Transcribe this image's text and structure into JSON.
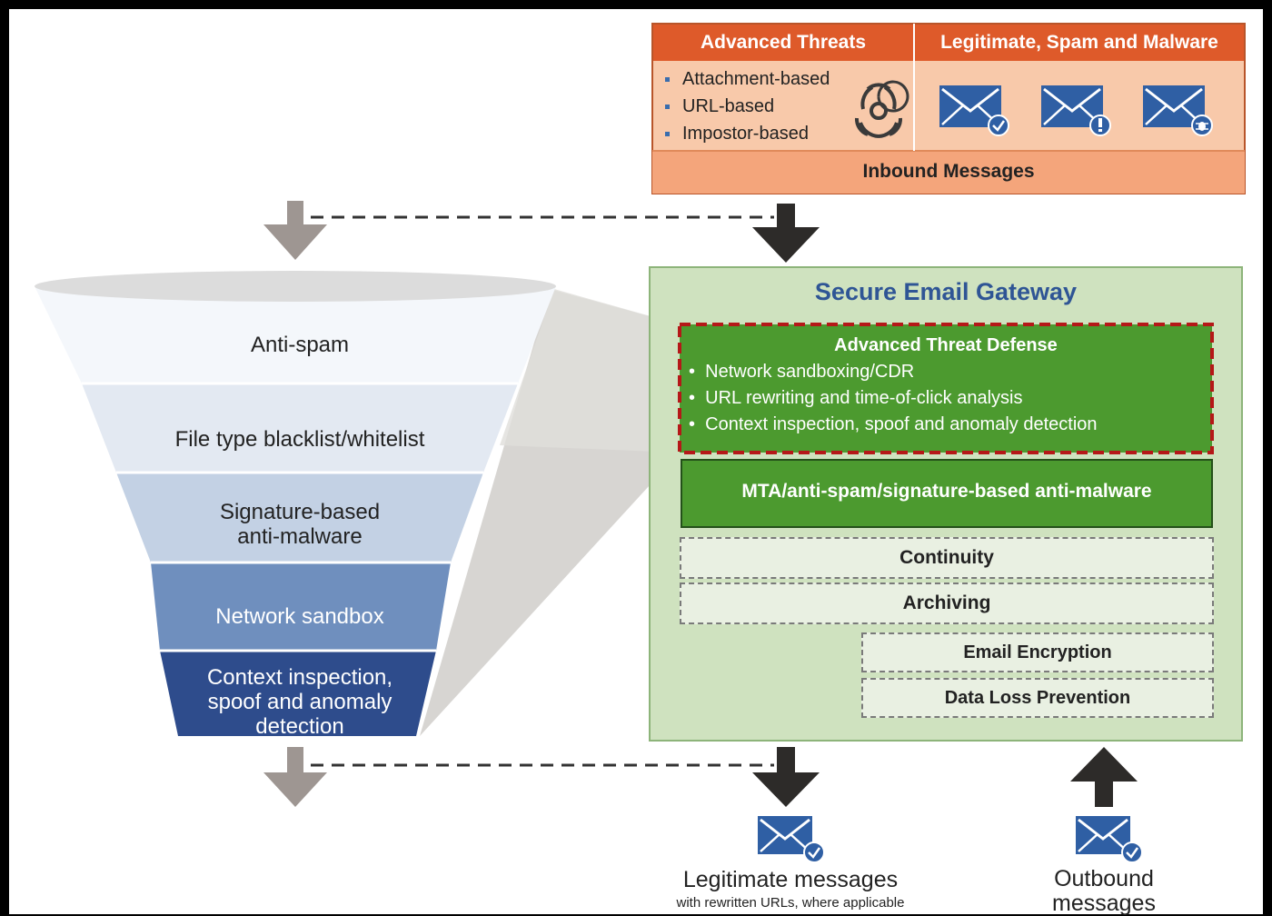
{
  "inbound": {
    "col1_header": "Advanced  Threats",
    "col2_header": "Legitimate,  Spam and Malware",
    "threats": [
      "Attachment-based",
      "URL-based",
      "Impostor-based"
    ],
    "footer": "Inbound Messages",
    "icons": [
      "biohazard-icon",
      "envelope-check-icon",
      "envelope-alert-icon",
      "envelope-bug-icon"
    ]
  },
  "funnel": {
    "layers": [
      "Anti-spam",
      "File type blacklist/whitelist",
      "Signature-based\nanti-malware",
      "Network  sandbox",
      "Context inspection,\nspoof and anomaly\ndetection"
    ],
    "colors": [
      "#f4f7fb",
      "#e3e9f2",
      "#c3d1e4",
      "#6f8fbe",
      "#2e4c8c"
    ]
  },
  "gateway": {
    "title": "Secure Email Gateway",
    "atd_title": "Advanced  Threat Defense",
    "atd_items": [
      "Network sandboxing/CDR",
      "URL rewriting and time-of-click analysis",
      "Context  inspection,  spoof  and  anomaly  detection"
    ],
    "mta": "MTA/anti-spam/signature-based  anti-malware",
    "continuity": "Continuity",
    "archiving": "Archiving",
    "encryption": "Email  Encryption",
    "dlp": "Data Loss Prevention"
  },
  "outputs": {
    "legit_title": "Legitimate messages",
    "legit_sub": "with rewritten URLs, where applicable",
    "outbound": "Outbound\nmessages"
  },
  "colors": {
    "orange_header": "#de5a2a",
    "orange_light": "#f8c9aa",
    "orange_mid": "#f4a57b",
    "gateway_bg": "#cfe2bf",
    "green_box": "#4c9a2f",
    "red_dash": "#b51818",
    "title_blue": "#2f5595"
  }
}
